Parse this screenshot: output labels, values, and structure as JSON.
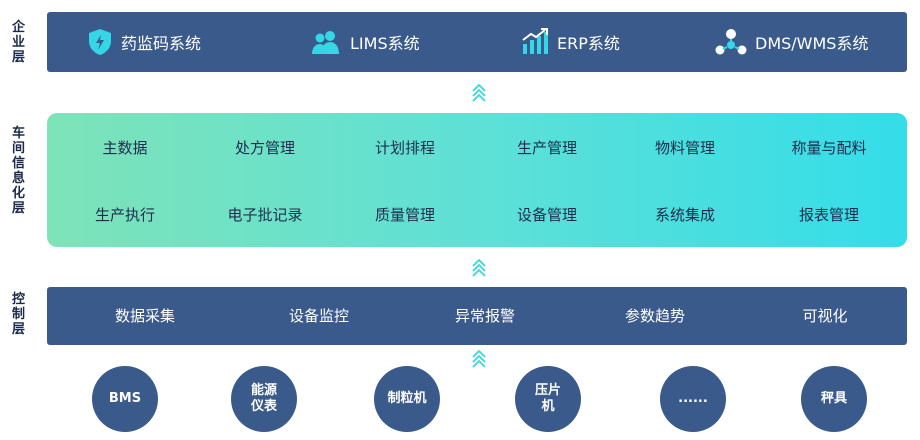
{
  "layers": {
    "enterprise": "企业层",
    "workshop": "车间信息化层",
    "control": "控制层"
  },
  "enterprise_systems": [
    {
      "label": "药监码系统",
      "icon": "shield-icon"
    },
    {
      "label": "LIMS系统",
      "icon": "users-icon"
    },
    {
      "label": "ERP系统",
      "icon": "chart-icon"
    },
    {
      "label": "DMS/WMS系统",
      "icon": "network-icon"
    }
  ],
  "workshop_modules": [
    [
      "主数据",
      "处方管理",
      "计划排程",
      "生产管理",
      "物料管理",
      "称量与配料"
    ],
    [
      "生产执行",
      "电子批记录",
      "质量管理",
      "设备管理",
      "系统集成",
      "报表管理"
    ]
  ],
  "control_functions": [
    "数据采集",
    "设备监控",
    "异常报警",
    "参数趋势",
    "可视化"
  ],
  "devices": [
    "BMS",
    "能源仪表",
    "制粒机",
    "压片机",
    "......",
    "秤具"
  ],
  "colors": {
    "bar_dark": "#3a5a8c",
    "gradient_start": "#7ee3b8",
    "gradient_end": "#34dde9",
    "icon_accent": "#35d6e6",
    "arrow": "#4fd6e0"
  }
}
